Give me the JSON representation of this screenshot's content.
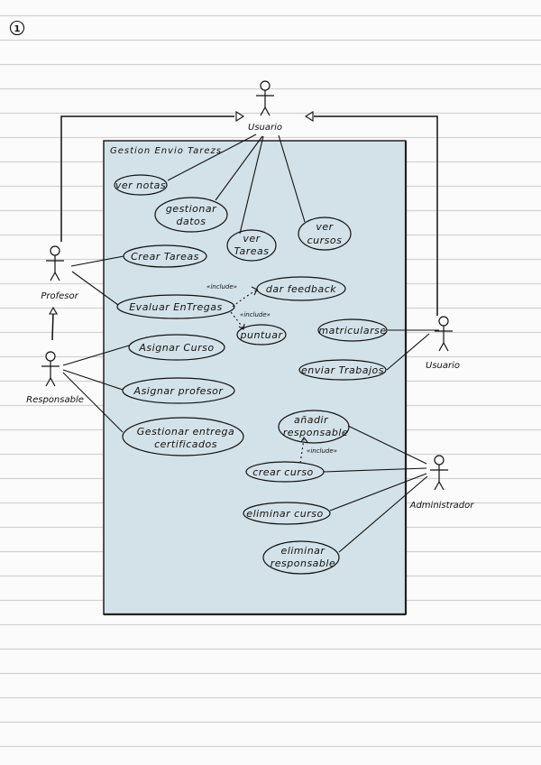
{
  "page": {
    "number": "1",
    "paper": "ruled",
    "colors": {
      "paper": "#fbfbfb",
      "rule": "#d2d2d2",
      "boundary_fill": "#d3e2e8",
      "ink": "#111111"
    }
  },
  "system": {
    "title": "Gestion Envio Tarezs"
  },
  "actors": {
    "usuario_top": "Usuario",
    "profesor": "Profesor",
    "responsable": "Responsable",
    "usuario_right": "Usuario",
    "administrador": "Administrador"
  },
  "use_cases": {
    "ver_notas": "ver notas",
    "gestionar_datos_1": "gestionar",
    "gestionar_datos_2": "datos",
    "ver_tareas_1": "ver",
    "ver_tareas_2": "Tareas",
    "ver_cursos_1": "ver",
    "ver_cursos_2": "cursos",
    "crear_tareas": "Crear Tareas",
    "evaluar_entregas": "Evaluar EnTregas",
    "dar_feedback": "dar feedback",
    "puntuar": "puntuar",
    "matricularse": "matricularse",
    "enviar_trabajos": "enviar Trabajos",
    "asignar_curso": "Asignar Curso",
    "asignar_profesor": "Asignar profesor",
    "gestionar_entrega_1": "Gestionar entrega",
    "gestionar_entrega_2": "certificados",
    "anadir_responsable_1": "añadir",
    "anadir_responsable_2": "responsable",
    "crear_curso": "crear curso",
    "eliminar_curso": "eliminar curso",
    "eliminar_responsable_1": "eliminar",
    "eliminar_responsable_2": "responsable"
  },
  "relations": {
    "include_feedback": "«include»",
    "include_puntuar": "«include»",
    "include_anadir": "«include»"
  }
}
